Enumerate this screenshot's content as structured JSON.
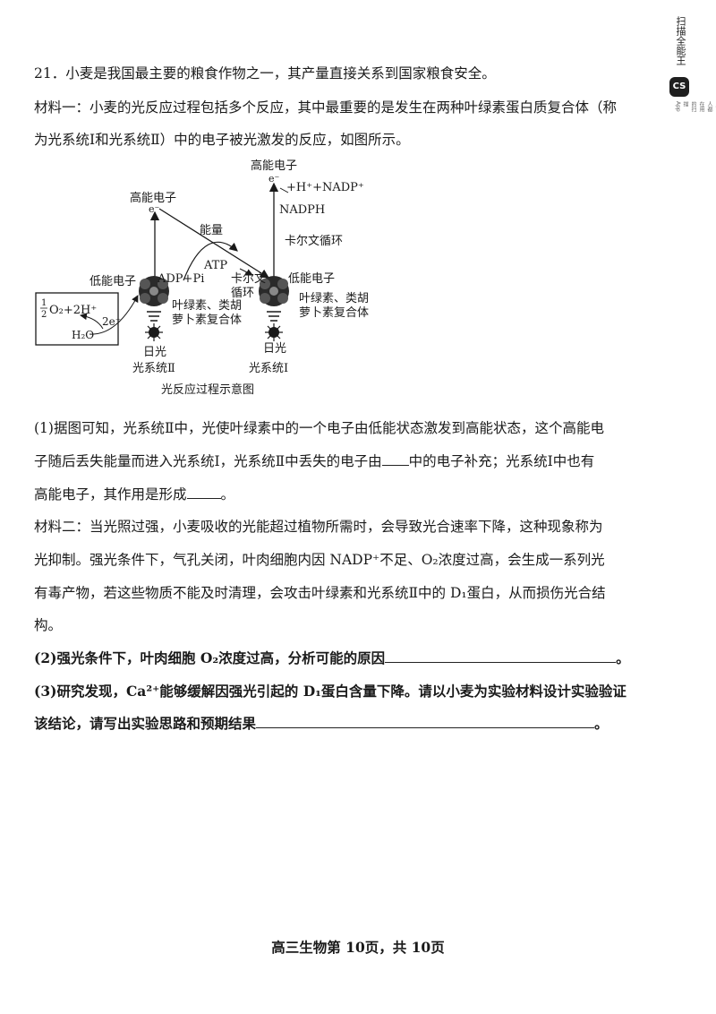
{
  "watermark": {
    "logo": "CS",
    "name": "扫描全能王",
    "tagline": "3亿人都在用的扫描App"
  },
  "question": {
    "intro": "21．小麦是我国最主要的粮食作物之一，其产量直接关系到国家粮食安全。",
    "material1_l1": "材料一：小麦的光反应过程包括多个反应，其中最重要的是发生在两种叶绿素蛋白质复合体（称",
    "material1_l2": "为光系统Ⅰ和光系统Ⅱ）中的电子被光激发的反应，如图所示。",
    "q1_l1": "(1)据图可知，光系统Ⅱ中，光使叶绿素中的一个电子由低能状态激发到高能状态，这个高能电",
    "q1_l2a": "子随后丢失能量而进入光系统Ⅰ，光系统Ⅱ中丢失的电子由",
    "q1_l2b": "中的电子补充；光系统Ⅰ中也有",
    "q1_l3a": "高能电子，其作用是形成",
    "q1_l3b": "。",
    "material2_l1": "材料二：当光照过强，小麦吸收的光能超过植物所需时，会导致光合速率下降，这种现象称为",
    "material2_l2": "光抑制。强光条件下，气孔关闭，叶肉细胞内因 NADP⁺不足、O₂浓度过高，会生成一系列光",
    "material2_l3": "有毒产物，若这些物质不能及时清理，会攻击叶绿素和光系统Ⅱ中的 D₁蛋白，从而损伤光合结",
    "material2_l4": "构。",
    "q2a": "(2)强光条件下，叶肉细胞 O₂浓度过高，分析可能的原因",
    "q2b": "。",
    "q3_l1": "(3)研究发现，Ca²⁺能够缓解因强光引起的 D₁蛋白含量下降。请以小麦为实验材料设计实验验证",
    "q3_l2a": "该结论，请写出实验思路和预期结果",
    "q3_l2b": "。"
  },
  "diagram": {
    "hi_e_left": "高能电子",
    "hi_e_right": "高能电子",
    "e_symbol": "e⁻",
    "nadp_reaction": "+H⁺+NADP⁺",
    "nadph": "NADPH",
    "calvin_right": "卡尔文循环",
    "energy": "能量",
    "atp": "ATP",
    "adp_pi": "ADP+Pi",
    "calvin_mid_1": "卡尔文",
    "calvin_mid_2": "循环",
    "low_e_left": "低能电子",
    "low_e_right": "低能电子",
    "water_reaction": "O₂+2H⁺",
    "half": "1",
    "half_den": "2",
    "two_e": "2e⁻",
    "water": "H₂O",
    "complex_left_1": "叶绿素、类胡",
    "complex_left_2": "萝卜素复合体",
    "complex_right_1": "叶绿素、类胡",
    "complex_right_2": "萝卜素复合体",
    "sun_left": "日光",
    "sun_right": "日光",
    "ps2": "光系统Ⅱ",
    "ps1": "光系统Ⅰ",
    "caption": "光反应过程示意图"
  },
  "footer": "高三生物第 10页，共 10页"
}
